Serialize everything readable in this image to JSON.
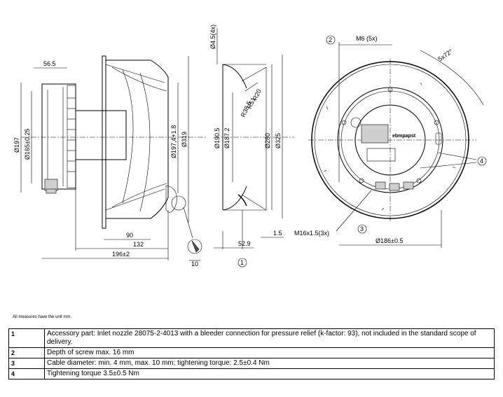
{
  "dimensions": {
    "d56_5": "56.5",
    "d197": "Ø197",
    "d165": "Ø165±0.25",
    "d197_4": "Ø197,4+1.8",
    "d319": "Ø319",
    "d90": "90",
    "d132": "132",
    "d196": "196±2",
    "d10": "10",
    "d4_5": "Ø4.5(4x)",
    "d190_5": "Ø190.5",
    "d187_2": "Ø187.2",
    "d280": "Ø280",
    "d325": "Ø325",
    "r20": "R20",
    "r51": "R51",
    "r38_5": "R38.5",
    "d52_9": "52.9",
    "d1_5": "1.5",
    "m6": "M6 (5x)",
    "angle": "5x72°",
    "m16": "M16x1.5(3x)",
    "d186": "Ø186±0.5",
    "brand": "ebmpapst"
  },
  "callouts": {
    "c1": "1",
    "c2": "2",
    "c3": "3",
    "c4": "4"
  },
  "note": "All measures have the unit mm.",
  "notes_table": [
    {
      "num": "1",
      "text": "Accessory part: Inlet nozzle 28075-2-4013 with a bleeder connection for pressure relief (k-factor: 93), not included in the standard scope of delivery."
    },
    {
      "num": "2",
      "text": "Depth of screw max. 16 mm"
    },
    {
      "num": "3",
      "text": "Cable diameter: min. 4 mm, max. 10 mm; tightening torque: 2.5±0.4 Nm"
    },
    {
      "num": "4",
      "text": "Tightening torque 3.5±0.5 Nm"
    }
  ]
}
